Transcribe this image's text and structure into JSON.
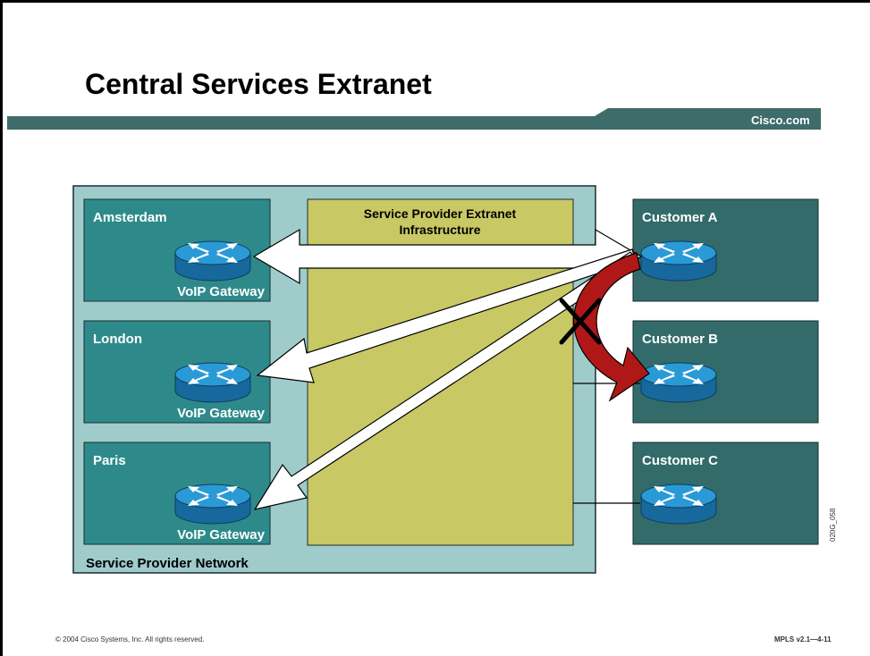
{
  "slide": {
    "title": "Central Services Extranet",
    "brand": "Cisco.com",
    "footer_left": "© 2004 Cisco Systems, Inc. All rights reserved.",
    "footer_right": "MPLS v2.1—4-11",
    "figure_id": "020G_058"
  },
  "diagram": {
    "provider_network_label": "Service Provider Network",
    "extranet_label_line1": "Service Provider Extranet",
    "extranet_label_line2": "Infrastructure",
    "sites": [
      {
        "name": "Amsterdam",
        "gateway_label": "VoIP Gateway",
        "icon": "router-icon"
      },
      {
        "name": "London",
        "gateway_label": "VoIP Gateway",
        "icon": "router-icon"
      },
      {
        "name": "Paris",
        "gateway_label": "VoIP Gateway",
        "icon": "router-icon"
      }
    ],
    "customers": [
      {
        "name": "Customer A",
        "icon": "router-icon"
      },
      {
        "name": "Customer B",
        "icon": "router-icon"
      },
      {
        "name": "Customer C",
        "icon": "router-icon"
      }
    ],
    "blocked_path_icon": "x-mark-icon",
    "colors": {
      "header_bar": "#3e6c6a",
      "provider_network": "#9fcbcb",
      "site_box": "#2e8a8a",
      "extranet": "#c8c864",
      "customer_box": "#336b6b",
      "blocked_arrow": "#b01818",
      "router": "#1e8ec8"
    }
  }
}
